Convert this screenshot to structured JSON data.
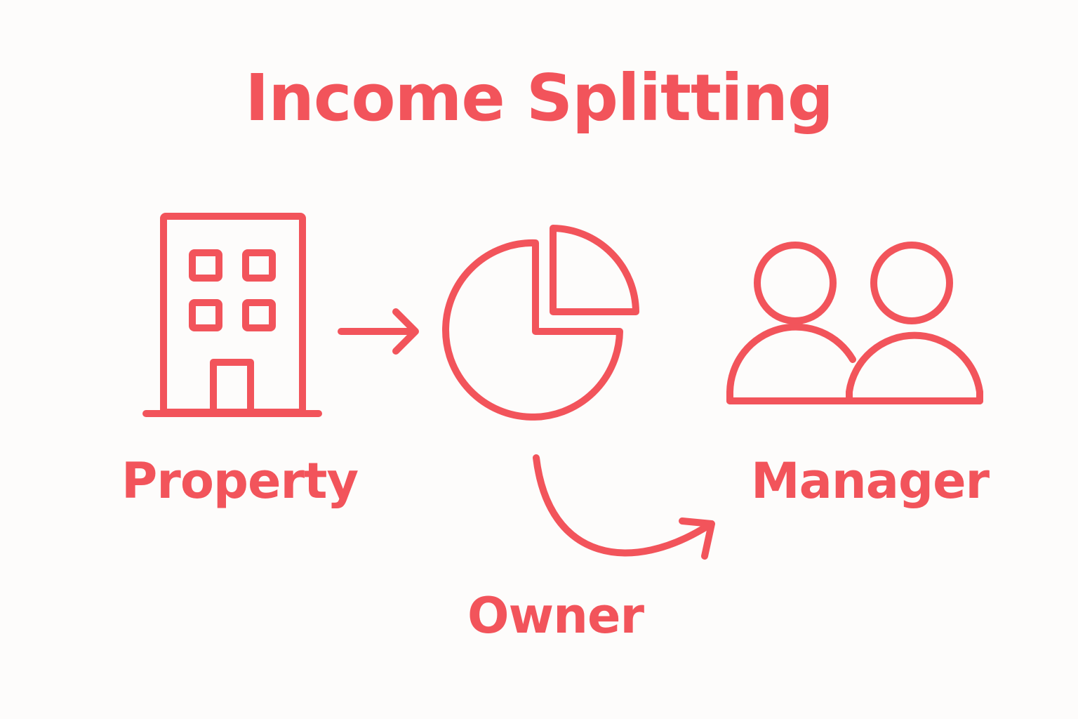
{
  "title": "Income Splitting",
  "nodes": {
    "property": {
      "label": "Property",
      "icon": "building-icon"
    },
    "split": {
      "icon": "pie-chart-icon"
    },
    "owner": {
      "label": "Owner"
    },
    "manager": {
      "label": "Manager",
      "icon": "people-icon"
    }
  },
  "connectors": [
    {
      "from": "property",
      "to": "split",
      "icon": "arrow-right-icon"
    },
    {
      "from": "split",
      "to": "manager",
      "icon": "curved-arrow-icon"
    }
  ],
  "colors": {
    "accent": "#F2545B",
    "background": "#FDFCFB"
  }
}
